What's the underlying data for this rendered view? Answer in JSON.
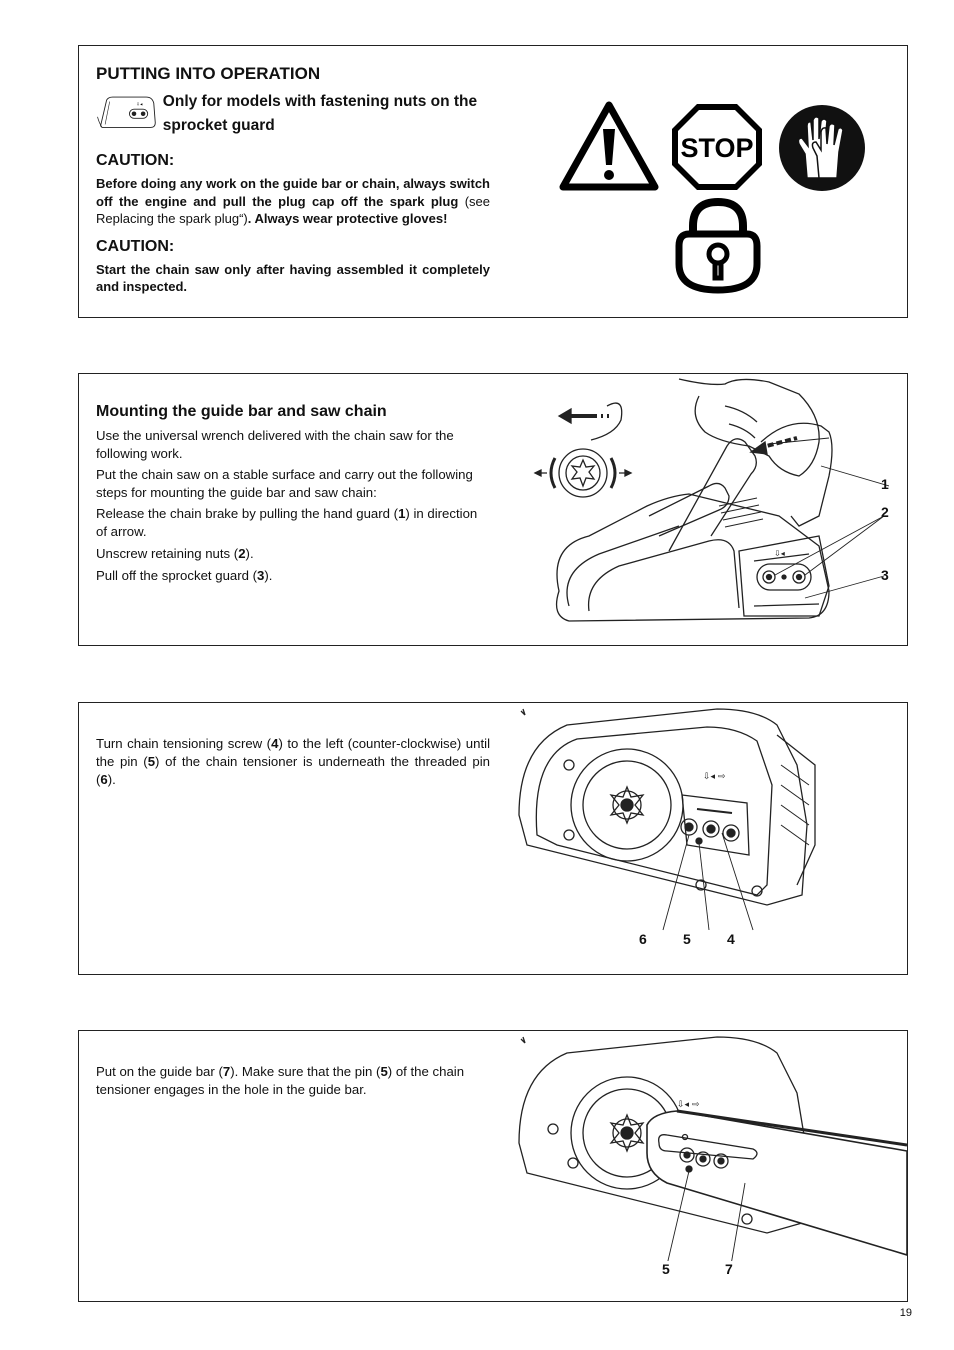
{
  "section1": {
    "heading": "PUTTING INTO OPERATION",
    "models_note": "Only for models with fastening nuts on the sprocket guard",
    "caution1_title": "CAUTION:",
    "caution1_a": "Before doing any work on the guide bar or chain, always switch off the engine and pull the plug cap off the spark plug",
    "caution1_b": " (see  Replacing the spark plug“)",
    "caution1_c": ". Always wear protective gloves!",
    "caution2_title": "CAUTION:",
    "caution2_text": "Start the chain saw only after having assembled it completely and inspected.",
    "stop_sign": "STOP",
    "icons": [
      "warning-triangle-icon",
      "stop-sign-icon",
      "gloves-icon",
      "padlock-icon"
    ]
  },
  "section2": {
    "heading": "Mounting the guide bar and saw chain",
    "p1": "Use the universal wrench delivered with the chain saw for the following work.",
    "p2": "Put the chain saw on a stable surface and carry out the following steps for mounting the guide bar and saw chain:",
    "p3_a": "Release the chain brake by pulling the hand guard (",
    "p3_num": "1",
    "p3_b": ") in direction of arrow.",
    "p4_a": "Unscrew retaining nuts (",
    "p4_num": "2",
    "p4_b": ").",
    "p5_a": "Pull off the sprocket guard (",
    "p5_num": "3",
    "p5_b": ").",
    "callouts": [
      "1",
      "2",
      "3"
    ]
  },
  "section3": {
    "t1": "Turn chain tensioning screw (",
    "n1": "4",
    "t2": ") to the left (counter-clockwise) until the pin (",
    "n2": "5",
    "t3": ") of the chain tensioner is underneath the threaded pin (",
    "n3": "6",
    "t4": ").",
    "callouts": [
      "6",
      "5",
      "4"
    ]
  },
  "section4": {
    "t1": "Put on the guide bar (",
    "n1": "7",
    "t2": "). Make sure that the pin (",
    "n2": "5",
    "t3": ") of the chain tensioner engages in the hole in the guide bar.",
    "callouts": [
      "5",
      "7"
    ]
  },
  "page_number": "19"
}
